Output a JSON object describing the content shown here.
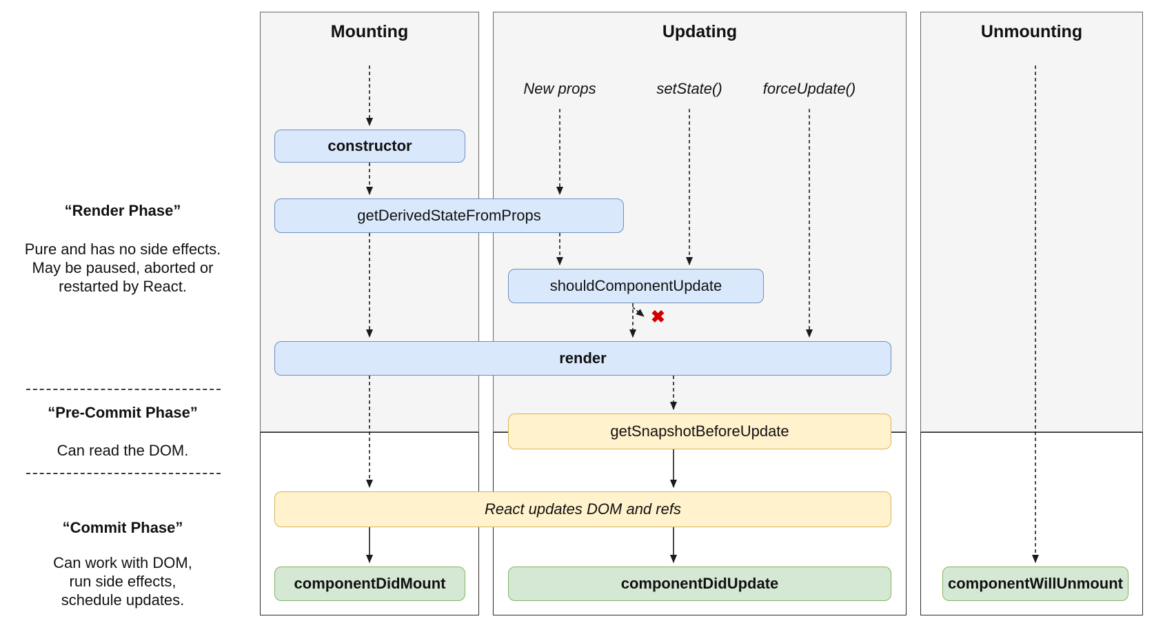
{
  "columns": [
    {
      "title": "Mounting"
    },
    {
      "title": "Updating"
    },
    {
      "title": "Unmounting"
    }
  ],
  "triggers": [
    {
      "label": "New props"
    },
    {
      "label": "setState()"
    },
    {
      "label": "forceUpdate()"
    }
  ],
  "boxes": {
    "constructor": {
      "label": "constructor"
    },
    "get_derived_state_from_props": {
      "label": "getDerivedStateFromProps"
    },
    "should_component_update": {
      "label": "shouldComponentUpdate"
    },
    "render": {
      "label": "render"
    },
    "get_snapshot_before_update": {
      "label": "getSnapshotBeforeUpdate"
    },
    "react_updates_dom": {
      "label": "React updates DOM and refs"
    },
    "component_did_mount": {
      "label": "componentDidMount"
    },
    "component_did_update": {
      "label": "componentDidUpdate"
    },
    "component_will_unmount": {
      "label": "componentWillUnmount"
    }
  },
  "phases": [
    {
      "title": "“Render Phase”",
      "description": "Pure and has no side effects.\nMay be paused, aborted or\nrestarted by React."
    },
    {
      "title": "“Pre-Commit Phase”",
      "description": "Can read the DOM."
    },
    {
      "title": "“Commit Phase”",
      "description": "Can work with DOM,\nrun side effects,\nschedule updates."
    }
  ],
  "reject": {
    "symbol": "✖"
  },
  "colors": {
    "blue_fill": "#dae8fc",
    "blue_border": "#6c8ebf",
    "yellow_fill": "#fff2cc",
    "yellow_border": "#d6b656",
    "green_fill": "#d5e8d4",
    "green_border": "#82b366",
    "column_fill": "#f5f5f5",
    "reject_x": "#d40000"
  }
}
